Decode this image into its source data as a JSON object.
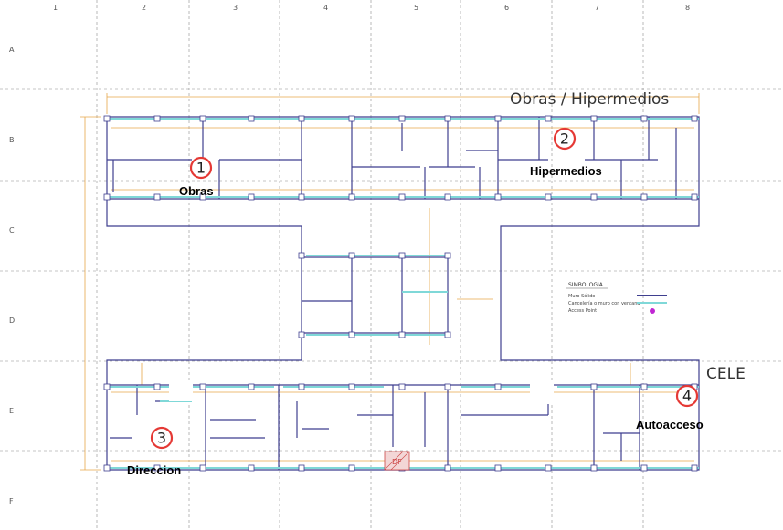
{
  "grid": {
    "columns": [
      "1",
      "2",
      "3",
      "4",
      "5",
      "6",
      "7",
      "8"
    ],
    "rows": [
      "A",
      "B",
      "C",
      "D",
      "E",
      "F"
    ]
  },
  "areas": {
    "top_title": "Obras / Hipermedios",
    "cele_title": "CELE"
  },
  "markers": [
    {
      "num": "1",
      "label": "Obras"
    },
    {
      "num": "2",
      "label": "Hipermedios"
    },
    {
      "num": "3",
      "label": "Direccion"
    },
    {
      "num": "4",
      "label": "Autoacceso"
    }
  ],
  "legend": {
    "title": "SIMBOLOGIA",
    "items": [
      "Muro Sólido",
      "Cancelería o muro con ventana",
      "Access Point"
    ]
  },
  "stamp": "DF",
  "colors": {
    "wall": "#3f3f8f",
    "window": "#7fd8d8",
    "dimension": "#e6a64a",
    "marker": "#e53935",
    "access_point": "#c026d3"
  }
}
